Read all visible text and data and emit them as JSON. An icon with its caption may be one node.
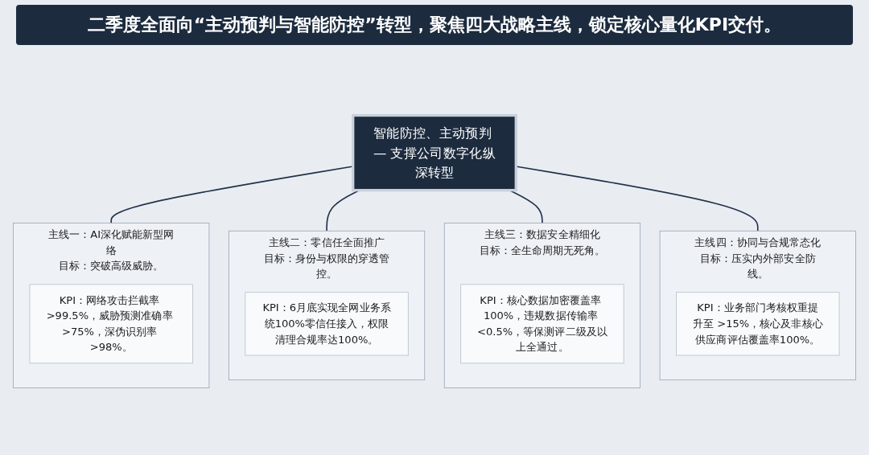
{
  "diagram": {
    "title": "二季度全面向“主动预判与智能防控”转型，聚焦四大战略主线，锁定核心量化KPI交付。",
    "nodes": [
      {
        "text": [
          "主线一：AI深化赋能新型网络",
          "目标：突破高级威胁。"
        ]
      },
      {
        "text": [
          "KPI：网络攻击拦截率 >99.5%，威胁预测准确率 >75%，深伪识别率 >98%。"
        ],
        "in": 0
      },
      {
        "text": [
          "主线二：零信任全面推广",
          "目标：身份与权限的穿透管控。"
        ]
      },
      {
        "text": [
          "KPI：6月底实现全网业务系统100%零信任接入，权限清理合规率达100%。"
        ],
        "in": 2
      },
      {
        "text": [
          "智能防控、主动预判 — 支撑公司数字化纵深转型"
        ]
      },
      {
        "text": [
          "主线三：数据安全精细化",
          "目标：全生命周期无死角。"
        ]
      },
      {
        "text": [
          "KPI：核心数据加密覆盖率 100%，违规数据传输率 <0.5%，等保测评二级及以上全通过。"
        ],
        "in": 5
      },
      {
        "text": [
          "主线四：协同与合规常态化",
          "目标：压实内外部安全防线。"
        ]
      },
      {
        "text": [
          "KPI：业务部门考核权重提升至 >15%，核心及非核心供应商评估覆盖率100%。"
        ],
        "in": 7
      }
    ],
    "edges": [
      {
        "from": 4,
        "to": 0,
        "arrow": "none"
      },
      {
        "from": 4,
        "to": 2,
        "arrow": "none"
      },
      {
        "from": 4,
        "to": 5,
        "arrow": "none"
      },
      {
        "from": 4,
        "to": 7,
        "arrow": "none"
      }
    ]
  }
}
